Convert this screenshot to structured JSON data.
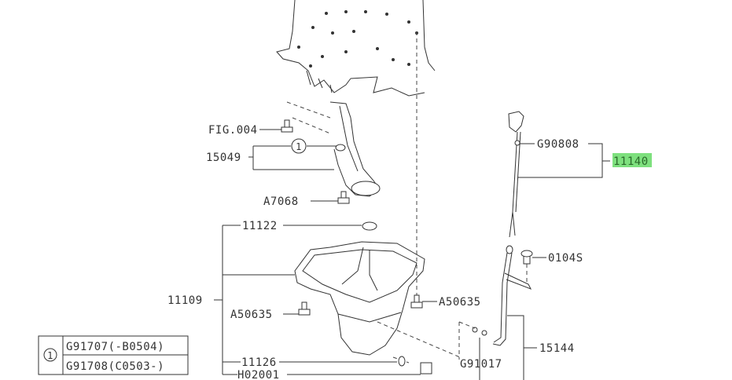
{
  "labels": {
    "fig004": "FIG.004",
    "p15049": "15049",
    "a7068": "A7068",
    "p11122": "11122",
    "p11109": "11109",
    "a50635_left": "A50635",
    "a50635_right": "A50635",
    "p11126": "11126",
    "h02001": "H02001",
    "g90808": "G90808",
    "p11140": "11140",
    "p0104s": "0104S",
    "p15144": "15144",
    "g91017": "G91017"
  },
  "callout_marker": "1",
  "legend_table": {
    "marker": "1",
    "rows": [
      "G91707(-B0504)",
      "G91708(C0503-)"
    ]
  },
  "highlight_color": "#7ee07e"
}
